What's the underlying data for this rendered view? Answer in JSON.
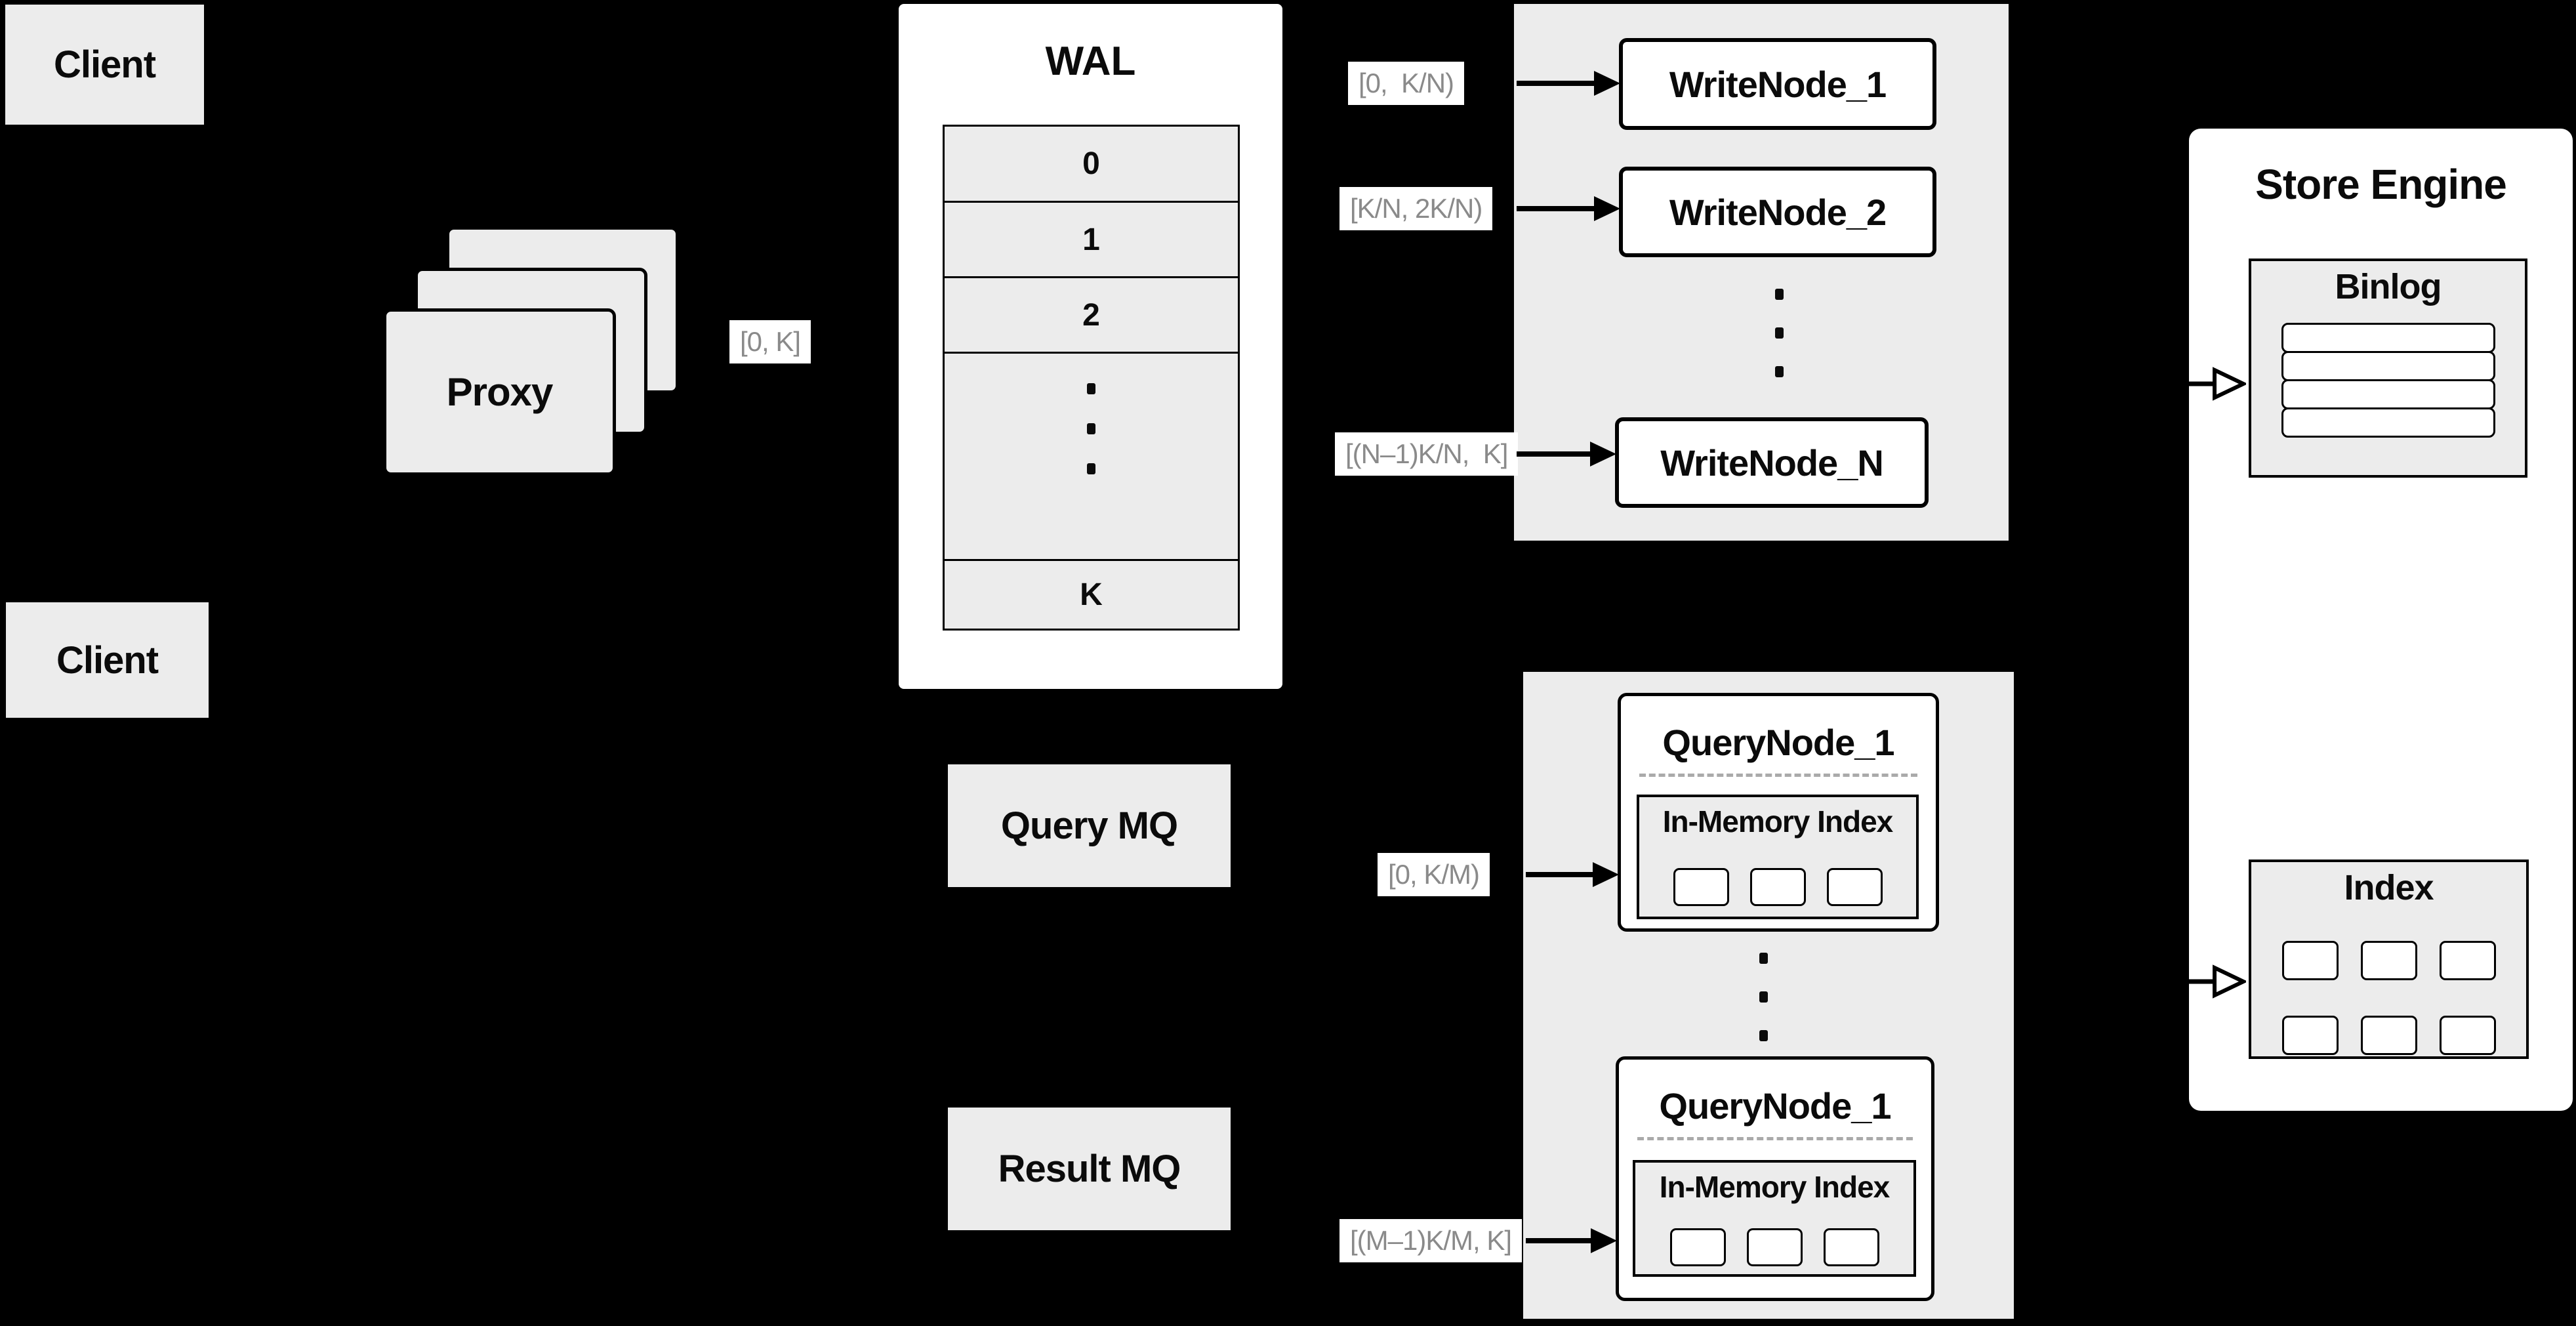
{
  "diagram": {
    "clients": {
      "top": "Client",
      "bottom": "Client"
    },
    "proxy": {
      "label": "Proxy",
      "range_out": "[0, K]"
    },
    "wal": {
      "title": "WAL",
      "segments": [
        "0",
        "1",
        "2"
      ],
      "last_segment": "K"
    },
    "write_group": {
      "nodes": [
        {
          "range": "[0,  K/N)",
          "name": "WriteNode_1"
        },
        {
          "range": "[K/N, 2K/N)",
          "name": "WriteNode_2"
        },
        {
          "range": "[(N–1)K/N,  K]",
          "name": "WriteNode_N"
        }
      ]
    },
    "mq": {
      "query": "Query MQ",
      "result": "Result MQ"
    },
    "query_group": {
      "nodes": [
        {
          "range": "[0, K/M)",
          "title": "QueryNode_1",
          "memory_label": "In-Memory Index"
        },
        {
          "range": "[(M–1)K/M, K]",
          "title": "QueryNode_1",
          "memory_label": "In-Memory Index"
        }
      ]
    },
    "store_engine": {
      "title": "Store Engine",
      "binlog_title": "Binlog",
      "index_title": "Index"
    },
    "colors": {
      "background": "#000000",
      "panel_fill": "#ececec",
      "box_fill": "#ffffff",
      "border": "#000000",
      "range_label_text": "#8a8a8a",
      "text": "#0b0b0b",
      "dash": "#aaaaaa"
    }
  }
}
